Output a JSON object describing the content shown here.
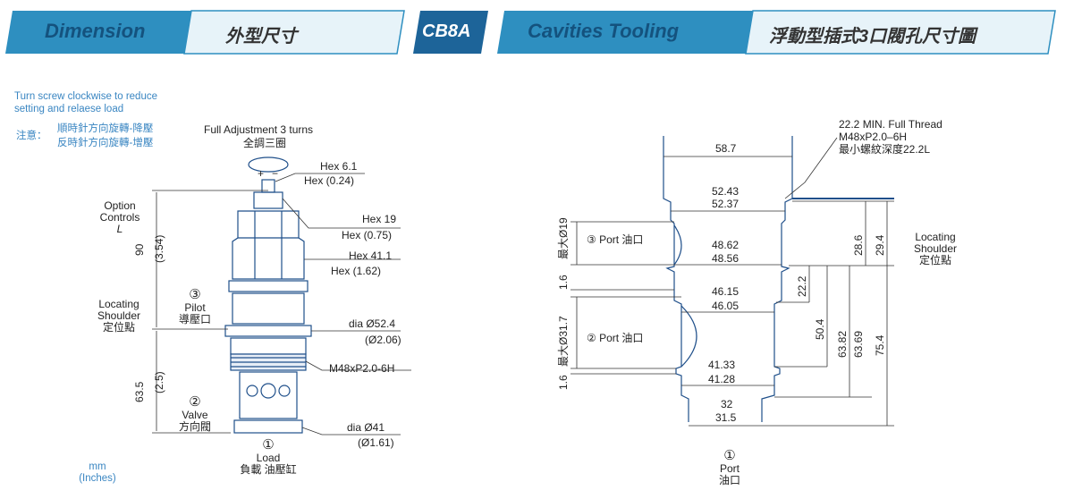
{
  "header": {
    "dimension_en": "Dimension",
    "dimension_cn": "外型尺寸",
    "model": "CB8A",
    "cavity_en": "Cavities Tooling",
    "cavity_cn": "浮動型插式3口閥孔尺寸圖"
  },
  "colors": {
    "accent": "#2e8fc0",
    "light_tab": "#e7f3f9",
    "badge": "#1d6499",
    "line": "#1f4f8a",
    "note": "#3a86c2"
  },
  "left": {
    "note_en_1": "Turn screw clockwise to reduce",
    "note_en_2": "setting and relaese load",
    "note_cn_prefix": "注意：",
    "note_cn_1": "順時針方向旋轉-降壓",
    "note_cn_2": "反時針方向旋轉-增壓",
    "adjust_en": "Full Adjustment 3 turns",
    "adjust_cn": "全調三圈",
    "plus": "+",
    "minus": "−",
    "hex61": "Hex 6.1",
    "hex61_in": "Hex (0.24)",
    "hex19": "Hex 19",
    "hex19_in": "Hex (0.75)",
    "hex411": "Hex 41.1",
    "hex411_in": "Hex (1.62)",
    "dia524": "dia  Ø52.4",
    "dia524_in": "(Ø2.06)",
    "thread": "M48xP2.0-6H",
    "dia41": "dia  Ø41",
    "dia41_in": "(Ø1.61)",
    "option_1": "Option",
    "option_2": "Controls",
    "option_3": "L",
    "dim90": "90",
    "dim90_in": "(3.54)",
    "locating_1": "Locating",
    "locating_2": "Shoulder",
    "locating_3": "定位點",
    "dim635": "63.5",
    "dim635_in": "(2.5)",
    "port3_num": "③",
    "port3_en": "Pilot",
    "port3_cn": "導壓口",
    "port2_num": "②",
    "port2_en": "Valve",
    "port2_cn": "方向閥",
    "port1_num": "①",
    "port1_en": "Load",
    "port1_cn": "負載  油壓缸",
    "units_1": "mm",
    "units_2": "(Inches)"
  },
  "right": {
    "thread_1": "22.2 MIN. Full Thread",
    "thread_2": "M48xP2.0–6H",
    "thread_3": "最小螺紋深度22.2L",
    "d587": "58.7",
    "d5243": "52.43",
    "d5237": "52.37",
    "d4862": "48.62",
    "d4856": "48.56",
    "d4615": "46.15",
    "d4605": "46.05",
    "d4133": "41.33",
    "d4128": "41.28",
    "d32": "32",
    "d315": "31.5",
    "port3": "③ Port 油口",
    "port2": "② Port 油口",
    "max19": "最大Ø19",
    "max317": "最大Ø31.7",
    "d16a": "1.6",
    "d16b": "1.6",
    "d286": "28.6",
    "d294": "29.4",
    "d222": "22.2",
    "d504": "50.4",
    "d6382": "63.82",
    "d6369": "63.69",
    "d754": "75.4",
    "locating_1": "Locating",
    "locating_2": "Shoulder",
    "locating_3": "定位點",
    "port1_num": "①",
    "port1_en": "Port",
    "port1_cn": "油口"
  }
}
